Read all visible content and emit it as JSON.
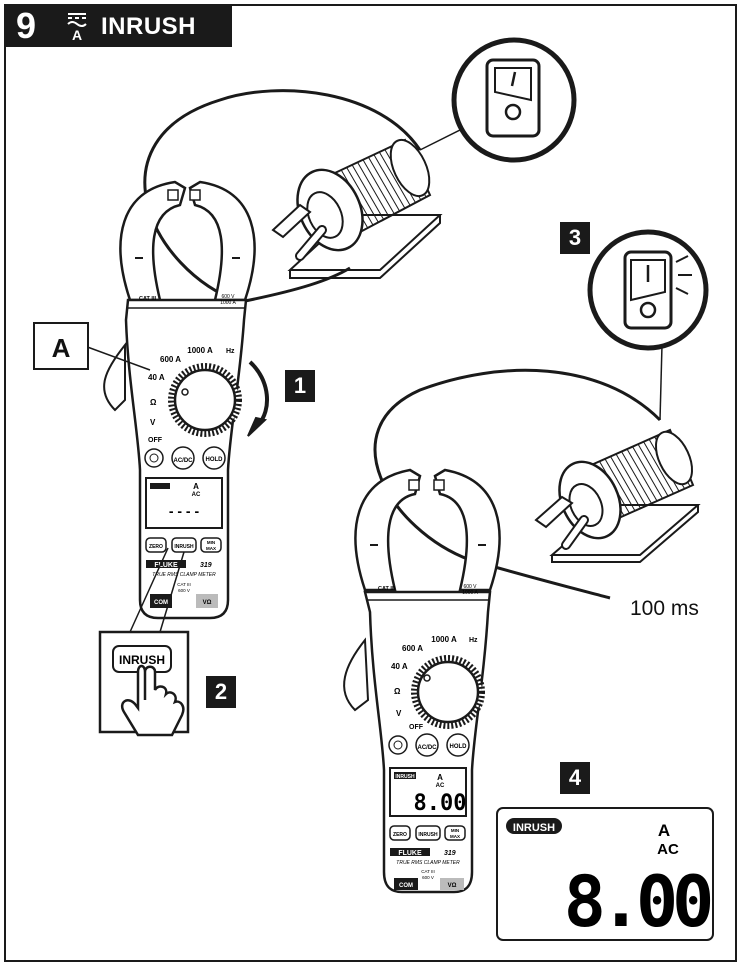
{
  "header": {
    "step_number": "9",
    "title": "INRUSH"
  },
  "callout_label": "A",
  "steps": {
    "one": "1",
    "two": "2",
    "three": "3",
    "four": "4"
  },
  "timing_label": "100 ms",
  "meter": {
    "brand": "FLUKE",
    "model": "319",
    "subtitle": "TRUE RMS CLAMP METER",
    "cat_jaw": "CAT III",
    "rating_jaw": [
      "600 V",
      "1000 A"
    ],
    "dial": {
      "range_1000": "1000 A",
      "hz": "Hz",
      "range_600": "600 A",
      "range_40": "40 A",
      "ohm": "Ω",
      "volt": "V",
      "off": "OFF"
    },
    "buttons": {
      "acdc": "AC/DC",
      "hold": "HOLD",
      "zero": "ZERO",
      "inrush": "INRUSH",
      "min": "MIN",
      "max": "MAX"
    },
    "terminals": {
      "com": "COM",
      "cat": "CAT III",
      "volt_rating": "600 V",
      "vohm": "VΩ"
    },
    "display_unit": "A",
    "display_ac": "AC",
    "display_badge": "INRUSH",
    "display_idle": "- - - -",
    "reading": "8.00"
  },
  "press_button_label": "INRUSH",
  "display_zoom": {
    "badge": "INRUSH",
    "unit": "A",
    "ac": "AC",
    "reading": "8.00"
  }
}
